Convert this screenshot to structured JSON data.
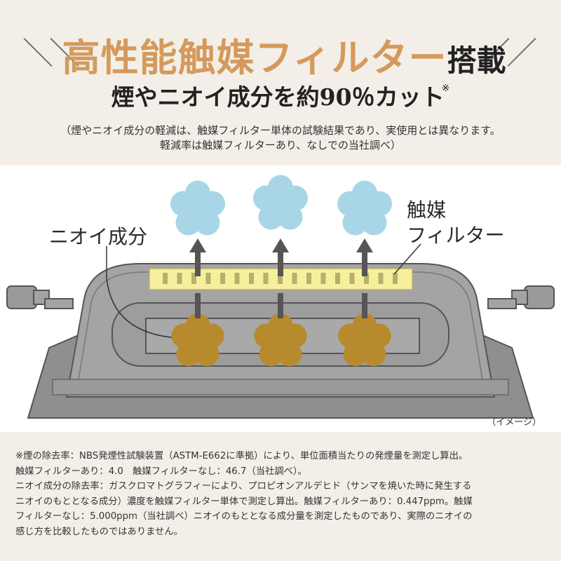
{
  "header": {
    "title_accent": "高性能触媒フィルター",
    "title_tail": "搭載",
    "subtitle": "煙やニオイ成分を約90％カット",
    "subtitle_mark": "※",
    "disclaimer_line1": "（煙やニオイ成分の軽減は、触媒フィルター単体の試験結果であり、実使用とは異なります。",
    "disclaimer_line2": "軽減率は触媒フィルターあり、なしでの当社調べ）"
  },
  "diagram": {
    "label_odor": "ニオイ成分",
    "label_filter": "触媒\nフィルター",
    "label_image": "（イメージ）",
    "colors": {
      "clean_cloud": "#a9d6e6",
      "odor_blob": "#b88a2e",
      "filter": "#f6ef9c",
      "arrow": "#555555",
      "grill": "#8f8f8f"
    }
  },
  "footnotes": [
    "※煙の除去率：NBS発煙性試験装置（ASTM-E662に準拠）により、単位面積当たりの発煙量を測定し算出。",
    "触媒フィルターあり：4.0　触媒フィルターなし：46.7（当社調べ）。",
    "ニオイ成分の除去率：ガスクロマトグラフィーにより、プロピオンアルデヒド（サンマを焼いた時に発生する",
    "ニオイのもととなる成分）濃度を触媒フィルター単体で測定し算出。触媒フィルターあり：0.447ppm。触媒",
    "フィルターなし：5.000ppm（当社調べ）ニオイのもととなる成分量を測定したものであり、実際のニオイの",
    "感じ方を比較したものではありません。"
  ]
}
